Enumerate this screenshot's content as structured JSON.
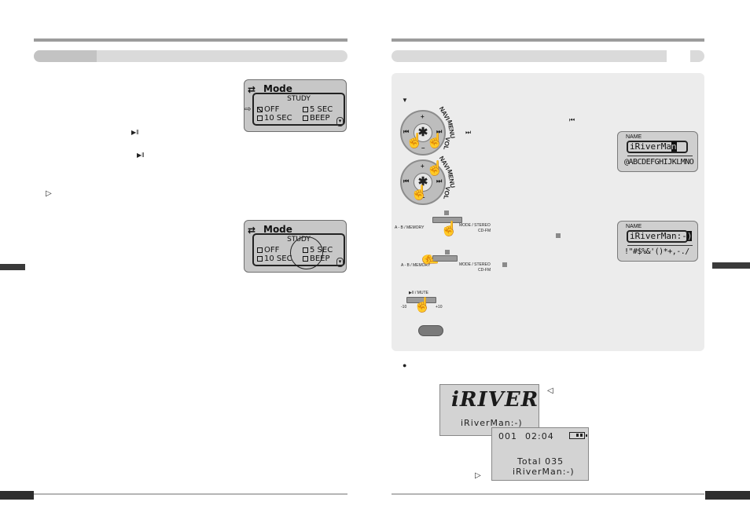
{
  "left_page": {
    "mode_screen_1": {
      "title": "Mode",
      "title_icon": "repeat-icon",
      "header": "STUDY",
      "options": [
        "OFF",
        "5  SEC",
        "10  SEC",
        "BEEP"
      ],
      "checked": "OFF",
      "pointer": "⇨"
    },
    "mode_screen_2": {
      "title": "Mode",
      "title_icon": "repeat-icon",
      "header": "STUDY",
      "options": [
        "OFF",
        "5  SEC",
        "10  SEC",
        "BEEP"
      ],
      "highlighted": "BEEP"
    }
  },
  "right_page": {
    "wheel_labels": {
      "plus": "+",
      "minus": "–",
      "navi": "NAVI",
      "menu": "MENU",
      "vol": "VOL",
      "prev": "⏮",
      "next": "⏭"
    },
    "prev_icon": "⏮",
    "next_icon": "⏭",
    "name_screen_1": {
      "tag": "NAME",
      "value": "iRiverMa",
      "cursor_char": "n",
      "charset": "@ABCDEFGHIJKLMNO"
    },
    "name_screen_2": {
      "tag": "NAME",
      "value": "iRiverMan:-",
      "cursor_char": ")",
      "charset": "!\"#$%&'()*+,-./"
    },
    "slider_1": {
      "left": "A - B / MEMORY",
      "right_top": "MODE / STEREO",
      "right_bottom": "CD-FM"
    },
    "slider_2": {
      "left": "A - B / MEMORY",
      "right_top": "MODE / STEREO",
      "right_bottom": "CD-FM"
    },
    "slider_3": {
      "top": "▶II / MUTE",
      "left": "-10",
      "right": "+10"
    },
    "boot_screen": {
      "logo": "iRIVER",
      "text": "iRiverMan:-)"
    },
    "play_screen": {
      "track": "001",
      "time": "02:04",
      "total": "Total 035",
      "text": "iRiverMan:-)"
    }
  },
  "colors": {
    "rule": "#9c9c9c",
    "panel": "#ececec",
    "lcd": "#c7c7c7",
    "tab": "#2d2d2d"
  }
}
